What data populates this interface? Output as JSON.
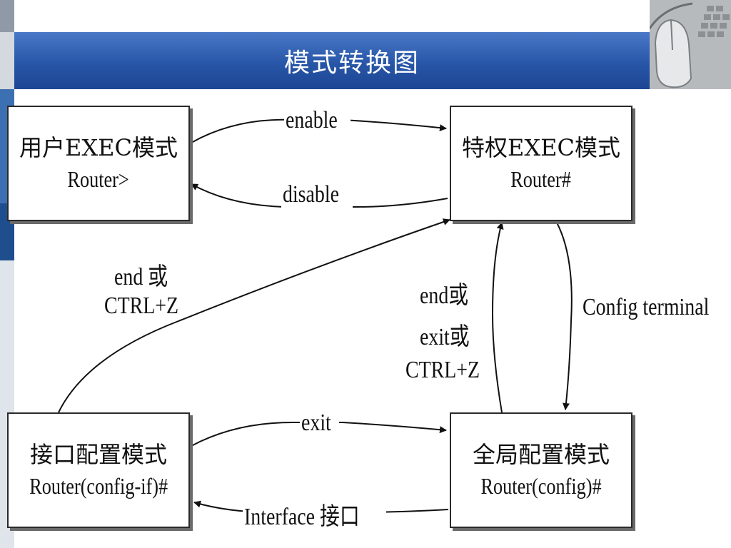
{
  "slide": {
    "title": "模式转换图"
  },
  "diagram": {
    "nodes": {
      "user_exec": {
        "title": "用户EXEC模式",
        "prompt": "Router>"
      },
      "priv_exec": {
        "title": "特权EXEC模式",
        "prompt": "Router#"
      },
      "interface": {
        "title": "接口配置模式",
        "prompt": "Router(config-if)#"
      },
      "global": {
        "title": "全局配置模式",
        "prompt": "Router(config)#"
      }
    },
    "edges": {
      "enable": "enable",
      "disable": "disable",
      "end_ctrlz_line1": "end 或",
      "end_ctrlz_line2": "CTRL+Z",
      "end_exit_line1": "end或",
      "end_exit_line2": "exit或",
      "end_exit_line3": "CTRL+Z",
      "config_terminal": "Config terminal",
      "exit": "exit",
      "interface": "Interface  接口"
    }
  }
}
